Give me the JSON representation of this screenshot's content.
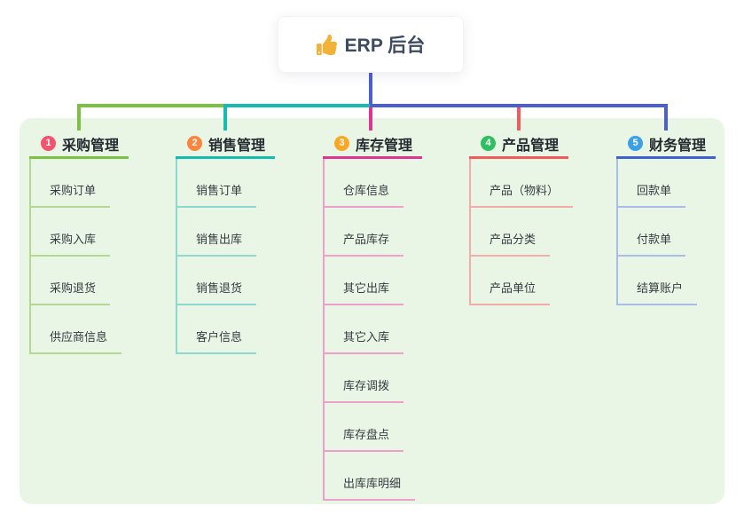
{
  "root": {
    "label": "ERP 后台",
    "icon": "thumbs-up-icon"
  },
  "branches": [
    {
      "index": "1",
      "label": "采购管理",
      "color": "#7cc142",
      "pale": "#b2d98f",
      "badge": "#f4526d",
      "children": [
        "采购订单",
        "采购入库",
        "采购退货",
        "供应商信息"
      ]
    },
    {
      "index": "2",
      "label": "销售管理",
      "color": "#14bdb0",
      "pale": "#8cd9cf",
      "badge": "#f9853f",
      "children": [
        "销售订单",
        "销售出库",
        "销售退货",
        "客户信息"
      ]
    },
    {
      "index": "3",
      "label": "库存管理",
      "color": "#de3590",
      "pale": "#efa0ca",
      "badge": "#f9a826",
      "children": [
        "仓库信息",
        "产品库存",
        "其它出库",
        "其它入库",
        "库存调拨",
        "库存盘点",
        "出库库明细"
      ]
    },
    {
      "index": "4",
      "label": "产品管理",
      "color": "#f15b5b",
      "pale": "#f5aba6",
      "badge": "#2fbe60",
      "children": [
        "产品（物料）",
        "产品分类",
        "产品单位"
      ]
    },
    {
      "index": "5",
      "label": "财务管理",
      "color": "#4161d1",
      "pale": "#aabde9",
      "badge": "#3ba0e8",
      "children": [
        "回款单",
        "付款单",
        "结算账户"
      ]
    }
  ],
  "colors": {
    "panel": "#eaf6e5",
    "root_line": "#4c5fd0",
    "seg_green": "#7cc142",
    "seg_teal": "#14bdb0",
    "seg_blue": "#4c5fd0",
    "drop_green": "#7cc142",
    "drop_teal": "#14bdb0",
    "drop_magenta": "#de3590",
    "drop_red": "#f15b5b",
    "drop_blue": "#4c5fd0",
    "thumb_gold": "#f2b137"
  }
}
